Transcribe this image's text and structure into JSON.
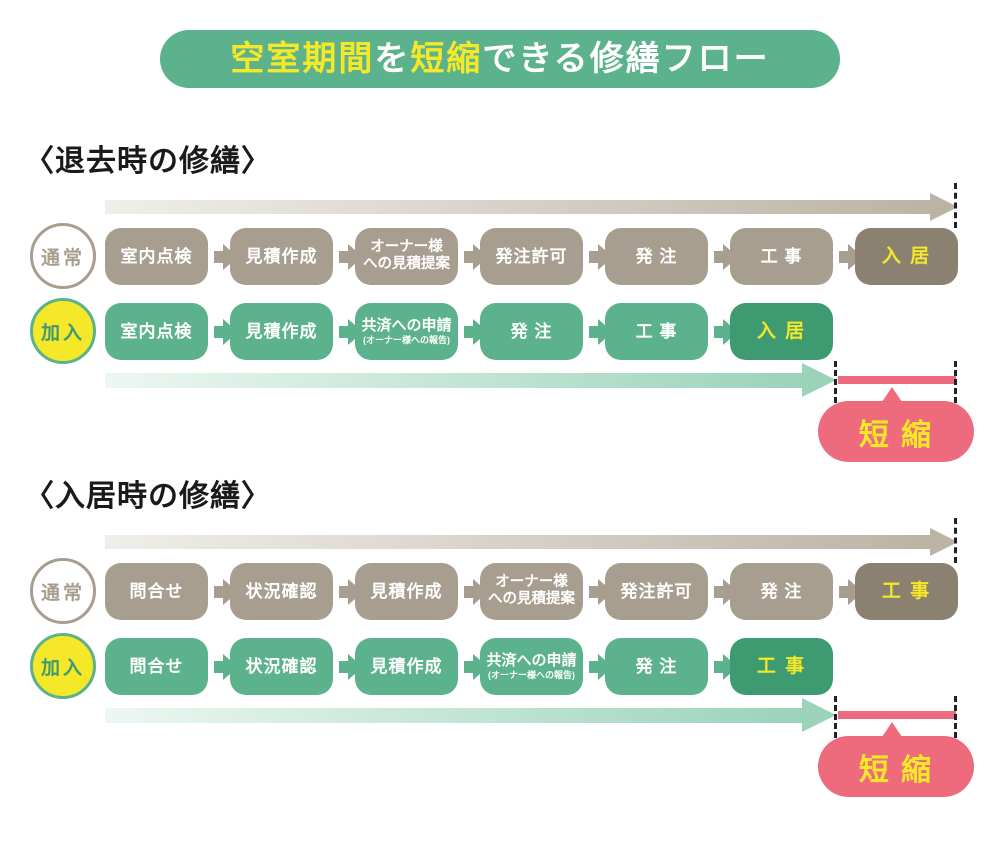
{
  "title": {
    "segments": [
      {
        "text": "空室期間",
        "color": "yellow"
      },
      {
        "text": "を",
        "color": "white"
      },
      {
        "text": "短縮",
        "color": "yellow"
      },
      {
        "text": "できる修繕フロー",
        "color": "white"
      }
    ]
  },
  "colors": {
    "green": "#5CB28C",
    "green_dark": "#3E9A70",
    "taupe": "#A89E8F",
    "taupe_dark": "#8A8170",
    "yellow": "#F5E829",
    "pink": "#EE6B7D",
    "arrow_taupe": "#BDB3A5",
    "arrow_taupe_light": "#F0EEEA",
    "arrow_green": "#9BD3BA",
    "arrow_green_light": "#EDF7F1",
    "heading_text": "#1A1A1A"
  },
  "sections": [
    {
      "heading": "〈退去時の修繕〉",
      "shorten_label": "短 縮",
      "rows": [
        {
          "badge": "通常",
          "name": "normal",
          "theme": "taupe",
          "steps": [
            {
              "label": "室内点検"
            },
            {
              "label": "見積作成"
            },
            {
              "label": "オーナー様",
              "label2": "への見積提案"
            },
            {
              "label": "発注許可"
            },
            {
              "label": "発 注"
            },
            {
              "label": "工 事"
            },
            {
              "label": "入 居",
              "highlight": true
            }
          ]
        },
        {
          "badge": "加入",
          "name": "member",
          "theme": "green",
          "steps": [
            {
              "label": "室内点検"
            },
            {
              "label": "見積作成"
            },
            {
              "label": "共済への申請",
              "label2": "(オーナー様への報告)",
              "small2": true
            },
            {
              "label": "発 注"
            },
            {
              "label": "工 事"
            },
            {
              "label": "入 居",
              "highlight": true
            }
          ]
        }
      ]
    },
    {
      "heading": "〈入居時の修繕〉",
      "shorten_label": "短 縮",
      "rows": [
        {
          "badge": "通常",
          "name": "normal",
          "theme": "taupe",
          "steps": [
            {
              "label": "問合せ"
            },
            {
              "label": "状況確認"
            },
            {
              "label": "見積作成"
            },
            {
              "label": "オーナー様",
              "label2": "への見積提案"
            },
            {
              "label": "発注許可"
            },
            {
              "label": "発 注"
            },
            {
              "label": "工 事",
              "highlight": true
            }
          ]
        },
        {
          "badge": "加入",
          "name": "member",
          "theme": "green",
          "steps": [
            {
              "label": "問合せ"
            },
            {
              "label": "状況確認"
            },
            {
              "label": "見積作成"
            },
            {
              "label": "共済への申請",
              "label2": "(オーナー様への報告)",
              "small2": true
            },
            {
              "label": "発 注"
            },
            {
              "label": "工 事",
              "highlight": true
            }
          ]
        }
      ]
    }
  ]
}
